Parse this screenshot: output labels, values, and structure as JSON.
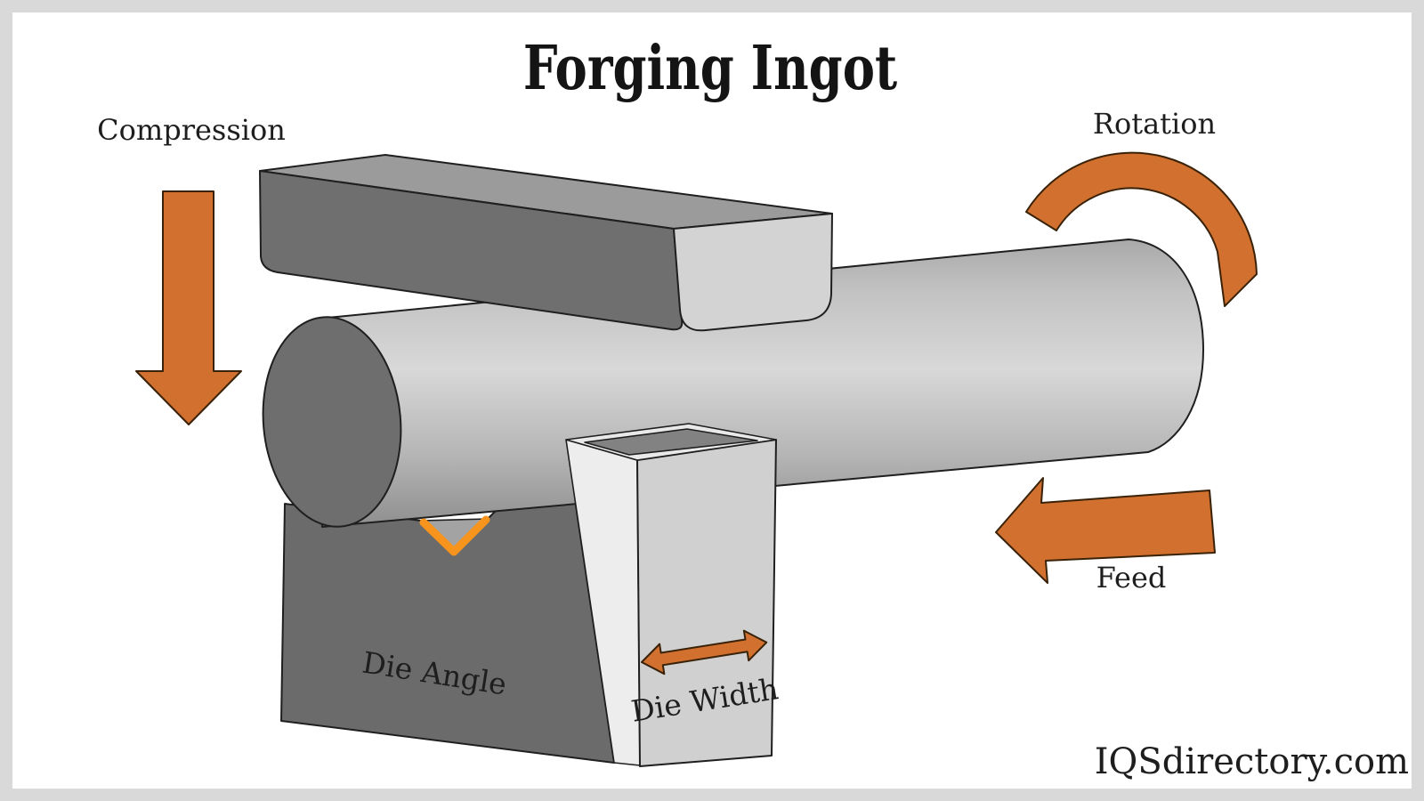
{
  "title": "Forging Ingot",
  "labels": {
    "compression": "Compression",
    "rotation": "Rotation",
    "feed": "Feed",
    "die_angle": "Die Angle",
    "die_width": "Die Width"
  },
  "watermark": "IQSdirectory.com",
  "colors": {
    "arrow_orange": "#d1702f",
    "v_highlight": "#f7941d",
    "frame_border": "#d9d9d9",
    "background": "#ffffff",
    "die_dark": "#6b6b6b",
    "notch_gray": "#a3a3a3",
    "top_die_front": "#6f6f6f",
    "top_die_top": "#9b9b9b",
    "top_die_end": "#d3d3d3",
    "slab_strip": "#ededed",
    "slab_side": "#d0d0d0",
    "slab_top_frame": "#e9e9e9",
    "slab_top_inset": "#828282",
    "ingot_end": "#6e6e6e",
    "ingot_top": "#a9a9a9",
    "ingot_mid": "#d8d8d8",
    "ingot_bottom": "#8f8f8f"
  }
}
